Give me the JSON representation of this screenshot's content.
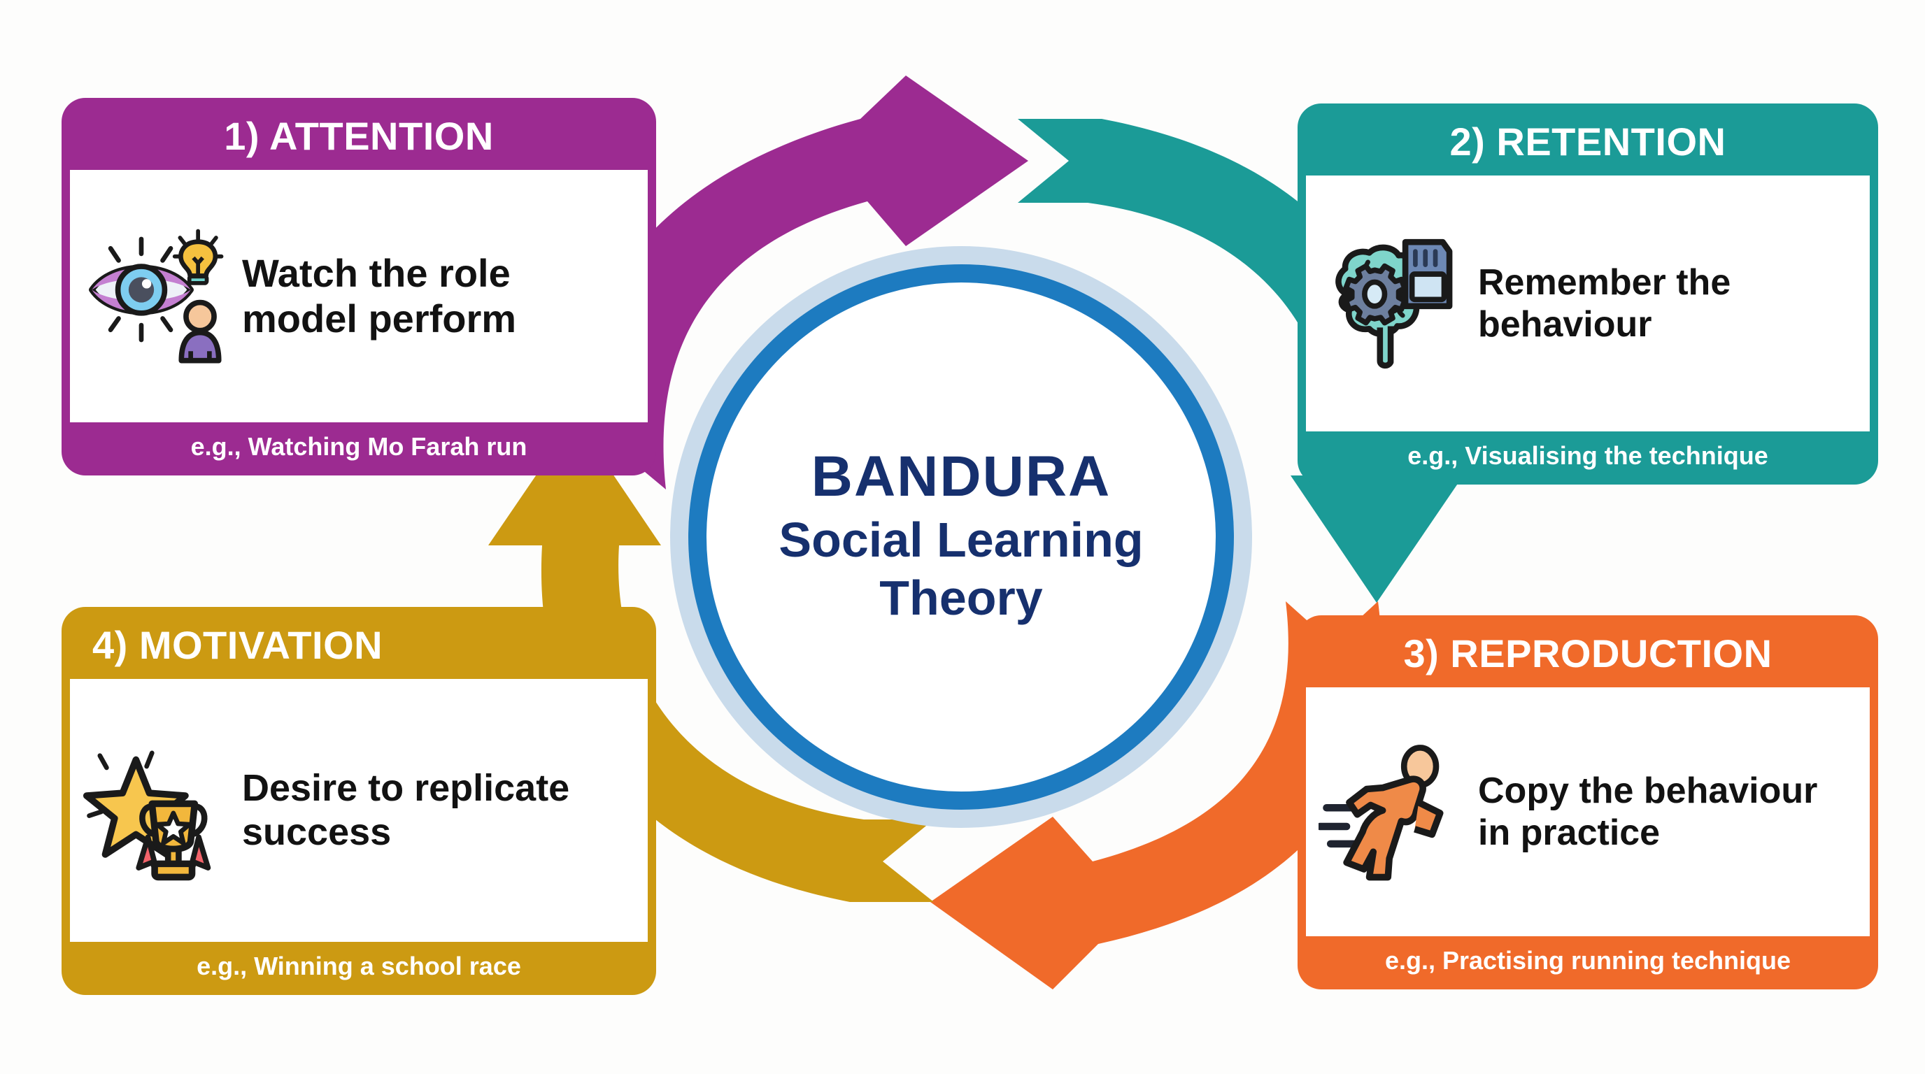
{
  "centre": {
    "title": "BANDURA",
    "subtitle": "Social Learning Theory",
    "ring_outer_color": "#c9dbeb",
    "ring_mid_color": "#1d7bc0",
    "text_color": "#16306e"
  },
  "stages": [
    {
      "id": "attention",
      "heading": "1) ATTENTION",
      "description": "Watch the role model perform",
      "example": "e.g., Watching Mo Farah run",
      "color": "#9C2B91",
      "icon": "eye-lightbulb-person-icon"
    },
    {
      "id": "retention",
      "heading": "2) RETENTION",
      "description": "Remember the behaviour",
      "example": "e.g., Visualising the technique",
      "color": "#1B9B97",
      "icon": "brain-gear-memorycard-icon"
    },
    {
      "id": "reproduction",
      "heading": "3) REPRODUCTION",
      "description": "Copy the behaviour in practice",
      "example": "e.g., Practising running technique",
      "color": "#F06A2A",
      "icon": "running-person-icon"
    },
    {
      "id": "motivation",
      "heading": "4) MOTIVATION",
      "description": "Desire to replicate success",
      "example": "e.g., Winning a school race",
      "color": "#CC9A12",
      "icon": "star-trophy-icon"
    }
  ],
  "arrows": [
    {
      "id": "attention-to-retention",
      "color": "#9C2B91",
      "direction": "right"
    },
    {
      "id": "retention-to-reproduction",
      "color": "#1B9B97",
      "direction": "down"
    },
    {
      "id": "reproduction-to-motivation",
      "color": "#F06A2A",
      "direction": "left"
    },
    {
      "id": "motivation-to-attention",
      "color": "#CC9A12",
      "direction": "up"
    }
  ]
}
